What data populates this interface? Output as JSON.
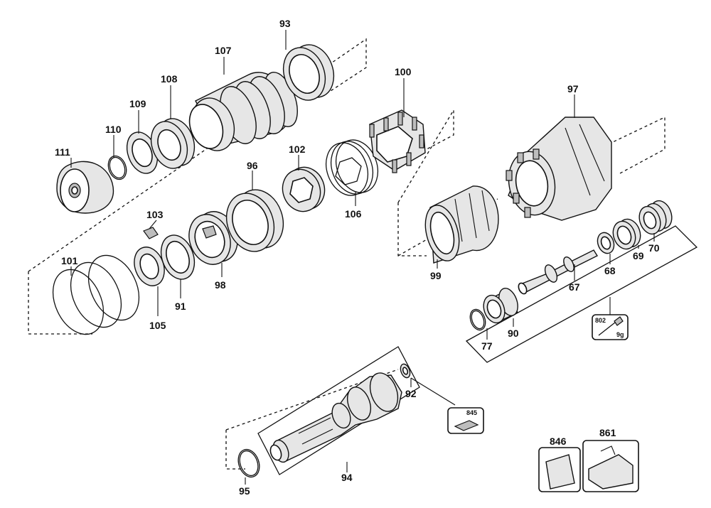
{
  "parts": {
    "p93": "93",
    "p107": "107",
    "p108": "108",
    "p109": "109",
    "p110": "110",
    "p111": "111",
    "p100": "100",
    "p102": "102",
    "p96": "96",
    "p106": "106",
    "p103": "103",
    "p101": "101",
    "p105": "105",
    "p91": "91",
    "p98": "98",
    "p97": "97",
    "p99": "99",
    "p68": "68",
    "p69": "69",
    "p70": "70",
    "p67": "67",
    "p90": "90",
    "p77": "77",
    "p802": "802",
    "p9g": "9g",
    "p92": "92",
    "p845": "845",
    "p94": "94",
    "p95": "95",
    "p846": "846",
    "p861": "861"
  }
}
